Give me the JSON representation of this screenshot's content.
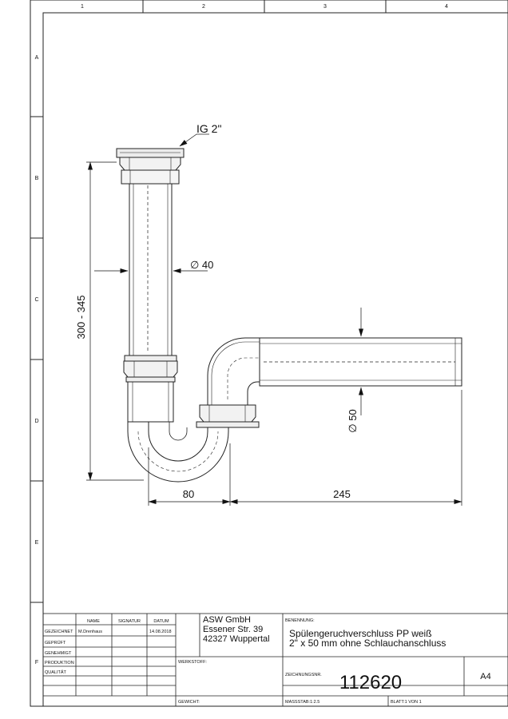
{
  "frame": {
    "columns": [
      "1",
      "2",
      "3",
      "4"
    ],
    "rows": [
      "A",
      "B",
      "C",
      "D",
      "E",
      "F"
    ]
  },
  "drawing": {
    "thread_label": "IG 2\"",
    "pipe_diameter": "∅ 40",
    "height_range": "300 - 345",
    "outlet_diameter": "∅ 50",
    "dim_horizontal_short": "80",
    "dim_horizontal_long": "245"
  },
  "title_block": {
    "headers": {
      "name": "NAME",
      "signature": "SIGNATUR",
      "date": "DATUM"
    },
    "roles": [
      "GEZEICHNET",
      "GEPRÜFT",
      "GENEHMIGT",
      "PRODUKTION",
      "QUALITÄT"
    ],
    "drawn_by": "M.Drenhaus",
    "drawn_date": "14.08.2018",
    "company": {
      "name": "ASW GmbH",
      "street": "Essener Str. 39",
      "city": "42327 Wuppertal"
    },
    "designation_label": "BENENNUNG:",
    "designation_line1": "Spülengeruchverschluss PP weiß",
    "designation_line2": "2\" x 50 mm ohne Schlauchanschluss",
    "material_label": "WERKSTOFF:",
    "drawing_number_label": "ZEICHNUNGSNR.",
    "drawing_number": "112620",
    "sheet_size": "A4",
    "weight_label": "GEWICHT:",
    "scale_label": "MASSSTAB:1:2.5",
    "sheet_label": "BLATT:1 VON 1"
  }
}
